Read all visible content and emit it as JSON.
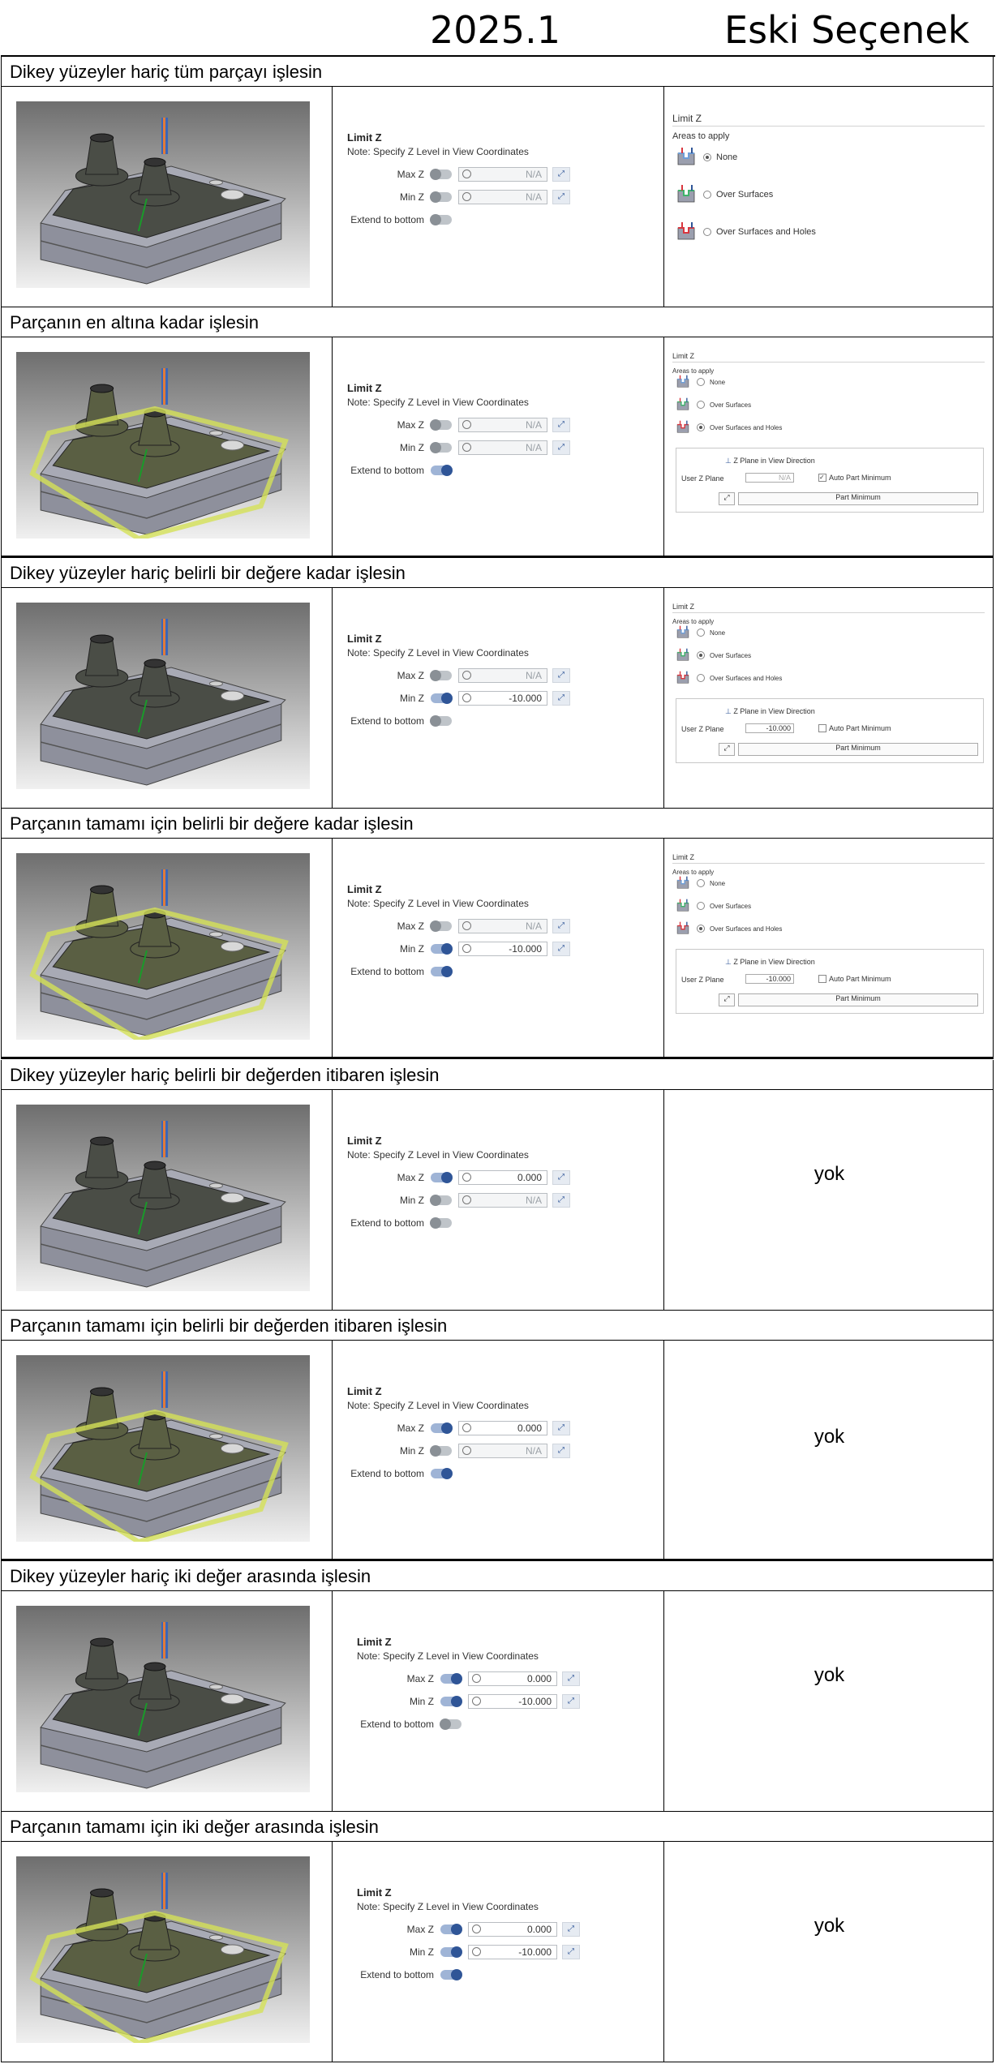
{
  "header": {
    "col_new": "2025.1",
    "col_old": "Eski Seçenek"
  },
  "limit_z": {
    "title": "Limit Z",
    "note": "Note: Specify Z Level in View Coordinates",
    "max_label": "Max Z",
    "min_label": "Min Z",
    "extend_label": "Extend to bottom",
    "na": "N/A"
  },
  "old_panel": {
    "title": "Limit Z",
    "areas": "Areas to apply",
    "opt_none": "None",
    "opt_surfaces": "Over Surfaces",
    "opt_holes": "Over Surfaces and Holes",
    "zplane": "Z Plane in View Direction",
    "user_z": "User Z Plane",
    "auto_min": "Auto Part Minimum",
    "part_min": "Part Minimum"
  },
  "rows": [
    {
      "title": "Dikey yüzeyler hariç tüm parçayı işlesin",
      "max_on": false,
      "max_val": "N/A",
      "min_on": false,
      "min_val": "N/A",
      "extend_on": false,
      "old": "full_none"
    },
    {
      "title": "Parçanın en altına kadar işlesin",
      "max_on": false,
      "max_val": "N/A",
      "min_on": false,
      "min_val": "N/A",
      "extend_on": true,
      "old": "holes",
      "user_z": "N/A",
      "auto_checked": true
    },
    {
      "title": "Dikey yüzeyler hariç belirli bir değere kadar işlesin",
      "max_on": false,
      "max_val": "N/A",
      "min_on": true,
      "min_val": "-10.000",
      "extend_on": false,
      "old": "surfaces",
      "user_z": "-10.000",
      "auto_checked": false
    },
    {
      "title": "Parçanın tamamı için belirli bir değere kadar işlesin",
      "max_on": false,
      "max_val": "N/A",
      "min_on": true,
      "min_val": "-10.000",
      "extend_on": true,
      "old": "holes",
      "user_z": "-10.000",
      "auto_checked": false
    },
    {
      "title": "Dikey yüzeyler hariç belirli bir değerden itibaren işlesin",
      "max_on": true,
      "max_val": "0.000",
      "min_on": false,
      "min_val": "N/A",
      "extend_on": false,
      "old": "yok"
    },
    {
      "title": "Parçanın tamamı için belirli bir değerden itibaren işlesin",
      "max_on": true,
      "max_val": "0.000",
      "min_on": false,
      "min_val": "N/A",
      "extend_on": true,
      "old": "yok"
    },
    {
      "title": "Dikey yüzeyler hariç iki değer arasında işlesin",
      "max_on": true,
      "max_val": "0.000",
      "min_on": true,
      "min_val": "-10.000",
      "extend_on": false,
      "old": "yok"
    },
    {
      "title": "Parçanın tamamı için iki değer arasında işlesin",
      "max_on": true,
      "max_val": "0.000",
      "min_on": true,
      "min_val": "-10.000",
      "extend_on": true,
      "old": "yok"
    }
  ],
  "yok_text": "yok",
  "colors": {
    "model_top": "#4a4d46",
    "model_side": "#8e909c",
    "highlight": "#d4e157",
    "toggle_on": "#2f5597"
  }
}
